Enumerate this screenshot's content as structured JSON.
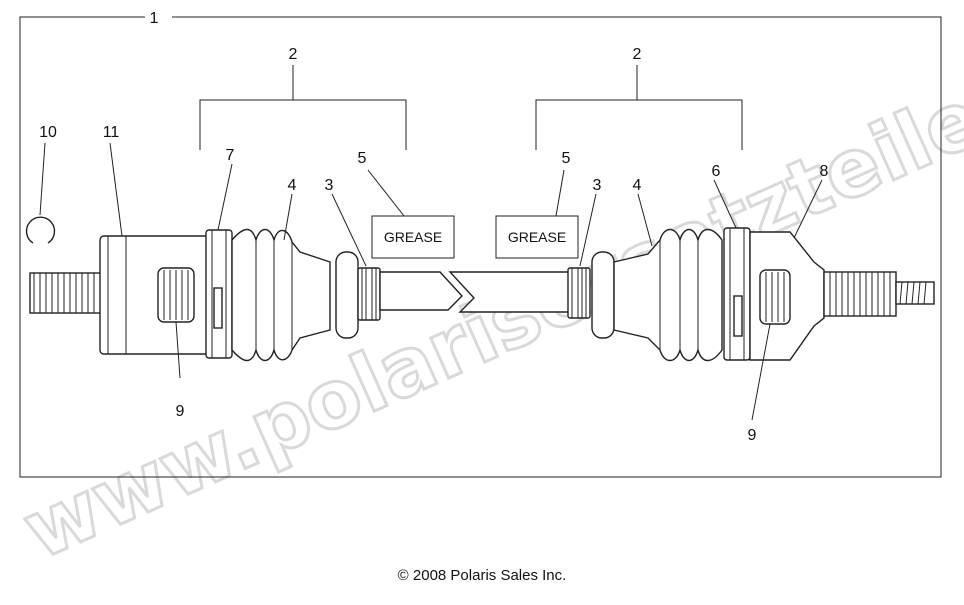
{
  "diagram": {
    "callouts": {
      "frame": "1",
      "boot_kit_left": "2",
      "boot_kit_right": "2",
      "clamp_left": "3",
      "clamp_right": "3",
      "boot_left": "4",
      "boot_right": "4",
      "grease_left": "5",
      "grease_right": "5",
      "clamp_large_right": "6",
      "clamp_large_left": "7",
      "outer_cv": "8",
      "bearing_left": "9",
      "bearing_right": "9",
      "retaining_ring": "10",
      "inner_cv": "11"
    },
    "grease_left_label": "GREASE",
    "grease_right_label": "GREASE",
    "watermark": "www.polarisersatzteile.de"
  },
  "footer": {
    "copyright": "© 2008 Polaris Sales Inc."
  }
}
